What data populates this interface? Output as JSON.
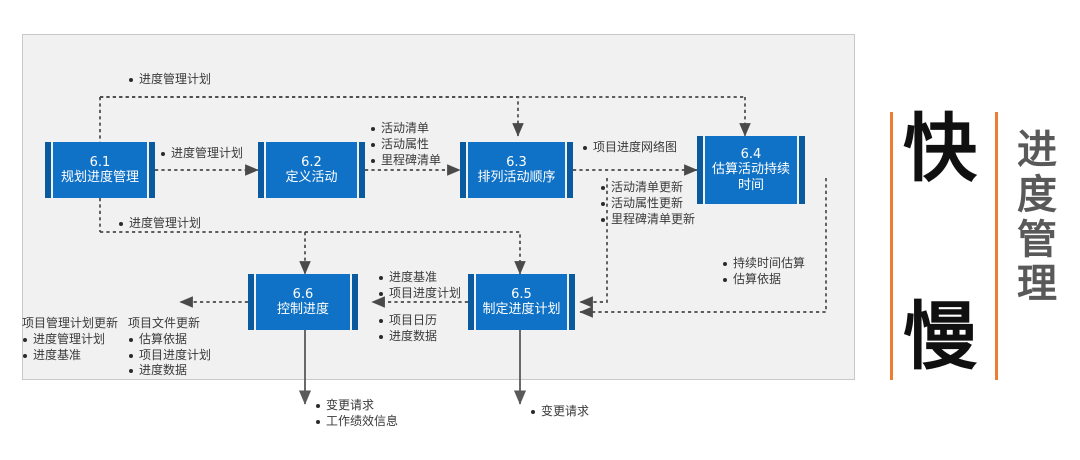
{
  "diagram": {
    "title_panel": {
      "left_chars": [
        "快",
        "慢"
      ],
      "vertical_title": [
        "进",
        "度",
        "管",
        "理"
      ],
      "accent_color": "#ed7d31",
      "title_color": "#595959"
    },
    "box_color": "#1072c6",
    "box_edge_color": "#0a5aa0",
    "canvas_color": "#f1f1f1",
    "processes": [
      {
        "id": "6.1",
        "number": "6.1",
        "name": "规划进度管理"
      },
      {
        "id": "6.2",
        "number": "6.2",
        "name": "定义活动"
      },
      {
        "id": "6.3",
        "number": "6.3",
        "name": "排列活动顺序"
      },
      {
        "id": "6.4",
        "number": "6.4",
        "name": "估算活动持续时间",
        "name_line1": "估算活动持续",
        "name_line2": "时间"
      },
      {
        "id": "6.5",
        "number": "6.5",
        "name": "制定进度计划"
      },
      {
        "id": "6.6",
        "number": "6.6",
        "name": "控制进度"
      }
    ],
    "labels": {
      "top_feedback": {
        "items": [
          "进度管理计划"
        ]
      },
      "p61_to_p62": {
        "items": [
          "进度管理计划"
        ]
      },
      "p61_down": {
        "items": [
          "进度管理计划"
        ]
      },
      "p62_to_p63": {
        "items": [
          "活动清单",
          "活动属性",
          "里程碑清单"
        ]
      },
      "p63_to_p64": {
        "items": [
          "项目进度网络图"
        ]
      },
      "p63_updates": {
        "items": [
          "活动清单更新",
          "活动属性更新",
          "里程碑清单更新"
        ]
      },
      "p64_outputs": {
        "items": [
          "持续时间估算",
          "估算依据"
        ]
      },
      "p65_to_p66_top": {
        "items": [
          "进度基准",
          "项目进度计划"
        ]
      },
      "p65_to_p66_bottom": {
        "items": [
          "项目日历",
          "进度数据"
        ]
      },
      "pm_plan_updates": {
        "header": "项目管理计划更新",
        "items": [
          "进度管理计划",
          "进度基准"
        ]
      },
      "project_doc_updates": {
        "header": "项目文件更新",
        "items": [
          "估算依据",
          "项目进度计划",
          "进度数据"
        ]
      },
      "p66_outputs": {
        "items": [
          "变更请求",
          "工作绩效信息"
        ]
      },
      "p65_outputs": {
        "items": [
          "变更请求"
        ]
      }
    }
  }
}
